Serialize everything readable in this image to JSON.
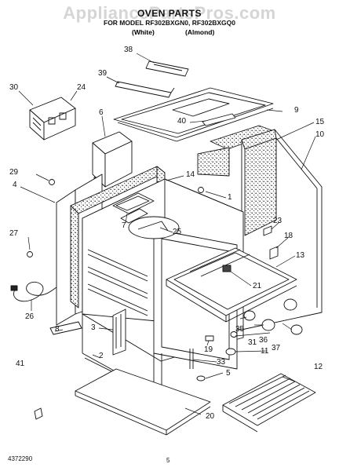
{
  "watermark": "AppliancePartsPros.com",
  "header": {
    "title": "OVEN PARTS",
    "model_line": "FOR MODEL RF302BXGN0, RF302BXGQ0",
    "finish_white": "(White)",
    "finish_almond": "(Almond)"
  },
  "footer": {
    "doc_number": "4372290",
    "page_number": "5"
  },
  "callouts": [
    {
      "id": "c38",
      "label": "38"
    },
    {
      "id": "c39",
      "label": "39"
    },
    {
      "id": "c30",
      "label": "30"
    },
    {
      "id": "c24",
      "label": "24"
    },
    {
      "id": "c6",
      "label": "6"
    },
    {
      "id": "c9",
      "label": "9"
    },
    {
      "id": "c40",
      "label": "40"
    },
    {
      "id": "c15",
      "label": "15"
    },
    {
      "id": "c10",
      "label": "10"
    },
    {
      "id": "c29",
      "label": "29"
    },
    {
      "id": "c14",
      "label": "14"
    },
    {
      "id": "c4",
      "label": "4"
    },
    {
      "id": "c1",
      "label": "1"
    },
    {
      "id": "c7",
      "label": "7"
    },
    {
      "id": "c25",
      "label": "25"
    },
    {
      "id": "c23",
      "label": "23"
    },
    {
      "id": "c27",
      "label": "27"
    },
    {
      "id": "c18",
      "label": "18"
    },
    {
      "id": "c13",
      "label": "13"
    },
    {
      "id": "c21",
      "label": "21"
    },
    {
      "id": "c26",
      "label": "26"
    },
    {
      "id": "c8",
      "label": "8"
    },
    {
      "id": "c3",
      "label": "3"
    },
    {
      "id": "c35",
      "label": "35"
    },
    {
      "id": "c36",
      "label": "36"
    },
    {
      "id": "c31",
      "label": "31"
    },
    {
      "id": "c37",
      "label": "37"
    },
    {
      "id": "c19",
      "label": "19"
    },
    {
      "id": "c41",
      "label": "41"
    },
    {
      "id": "c2",
      "label": "2"
    },
    {
      "id": "c11",
      "label": "11"
    },
    {
      "id": "c33",
      "label": "33"
    },
    {
      "id": "c12",
      "label": "12"
    },
    {
      "id": "c5",
      "label": "5"
    },
    {
      "id": "c20",
      "label": "20"
    }
  ]
}
